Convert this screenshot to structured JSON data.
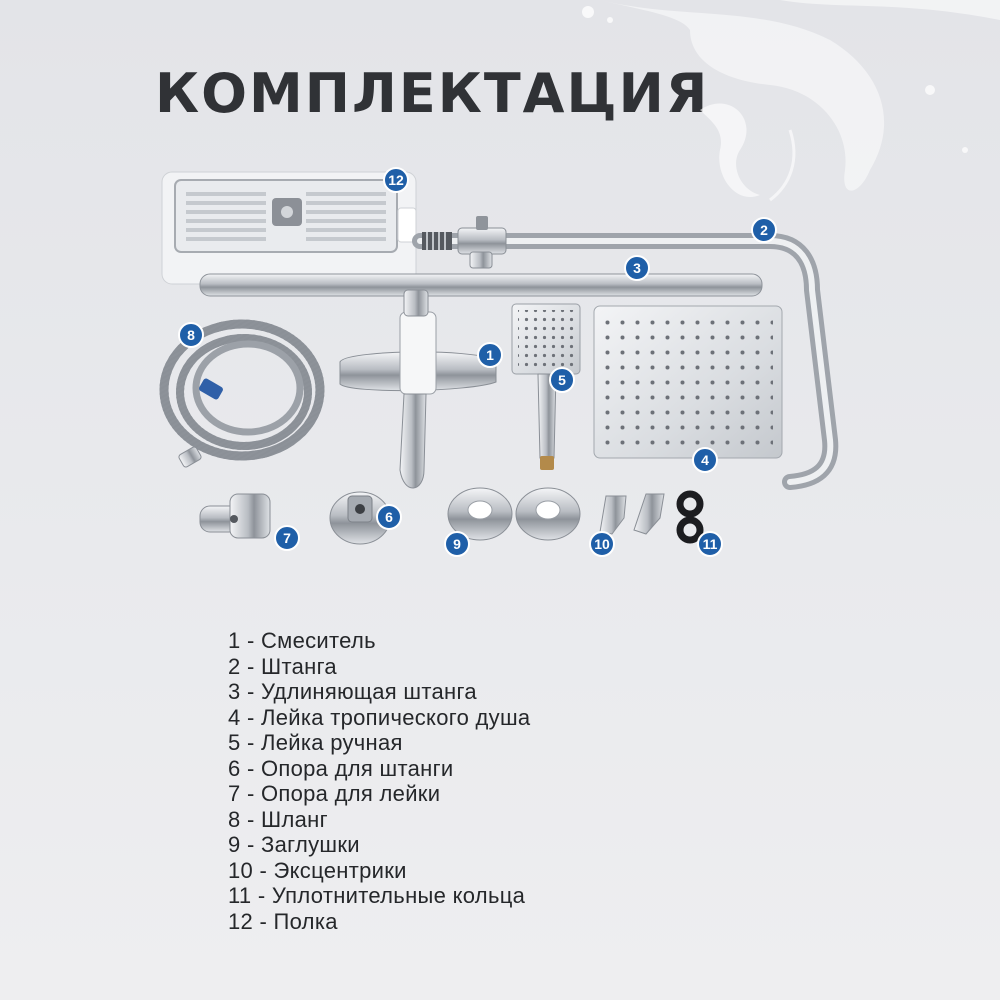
{
  "title": "КОМПЛЕКТАЦИЯ",
  "colors": {
    "badge": "#1f5fa8",
    "chrome": "#c9ccd1",
    "background": "#e6e7ea",
    "text": "#25272a"
  },
  "badges": [
    "1",
    "2",
    "3",
    "4",
    "5",
    "6",
    "7",
    "8",
    "9",
    "10",
    "11",
    "12"
  ],
  "parts": [
    "1 - Смеситель",
    "2 - Штанга",
    "3 - Удлиняющая штанга",
    "4 - Лейка тропического душа",
    "5 - Лейка ручная",
    "6 - Опора для штанги",
    "7 - Опора для лейки",
    "8 - Шланг",
    "9 - Заглушки",
    "10 - Эксцентрики",
    "11 - Уплотнительные кольца",
    "12 - Полка"
  ]
}
